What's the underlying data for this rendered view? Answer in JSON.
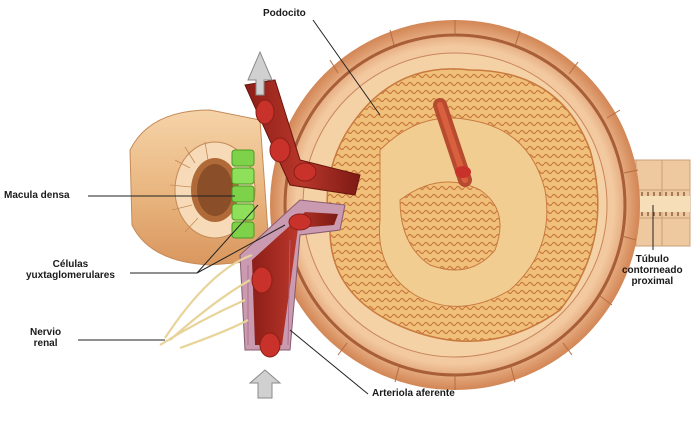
{
  "labels": {
    "podocito": "Podocito",
    "macula_densa": "Macula densa",
    "celulas_line1": "Células",
    "celulas_line2": "yuxtaglomerulares",
    "nervio_line1": "Nervio",
    "nervio_line2": "renal",
    "arteriola_aferente": "Arteriola aferente",
    "tubulo_line1": "Túbulo",
    "tubulo_line2": "contorneado",
    "tubulo_line3": "proximal"
  },
  "colors": {
    "capsule": "#e8b482",
    "capsule_dark": "#b86a40",
    "glomerulus": "#f0c07a",
    "vessel": "#a82a20",
    "blood_cell": "#c8322a",
    "macula_green": "#7ed24a",
    "nerve": "#e8d49a",
    "arrow": "#c8c8c8"
  }
}
